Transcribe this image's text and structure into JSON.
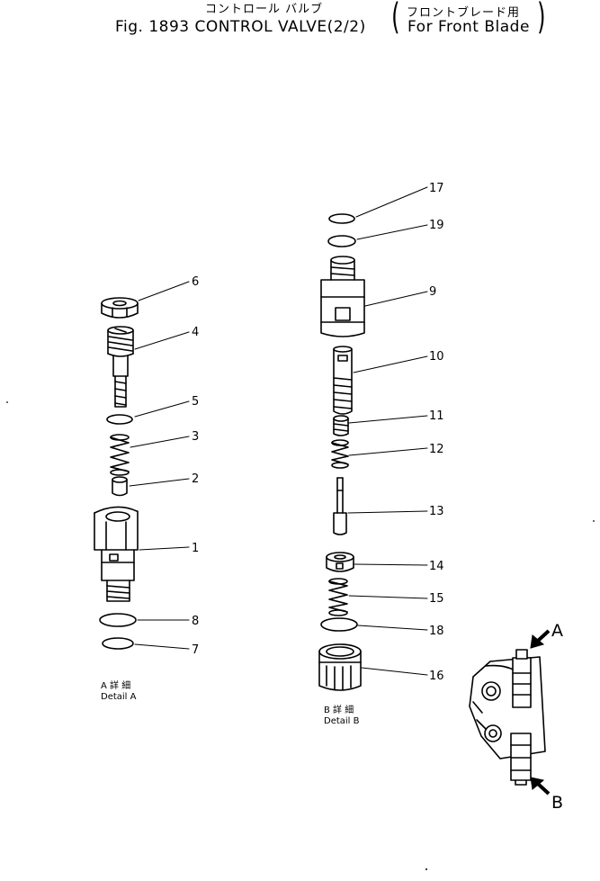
{
  "header": {
    "japanese_title": "コントロール バルブ",
    "figure_title": "Fig. 1893 CONTROL VALVE(2/2)",
    "variant_japanese": "フロントブレード用",
    "variant_english": "For Front Blade"
  },
  "detail_a": {
    "label_jp": "A 詳 細",
    "label_en": "Detail A",
    "callouts": [
      "6",
      "4",
      "5",
      "3",
      "2",
      "1",
      "8",
      "7"
    ]
  },
  "detail_b": {
    "label_jp": "B 詳 細",
    "label_en": "Detail B",
    "callouts": [
      "17",
      "19",
      "9",
      "10",
      "11",
      "12",
      "13",
      "14",
      "15",
      "18",
      "16"
    ]
  },
  "locator": {
    "view_a": "A",
    "view_b": "B"
  },
  "colors": {
    "ink": "#000000",
    "paper": "#ffffff"
  }
}
